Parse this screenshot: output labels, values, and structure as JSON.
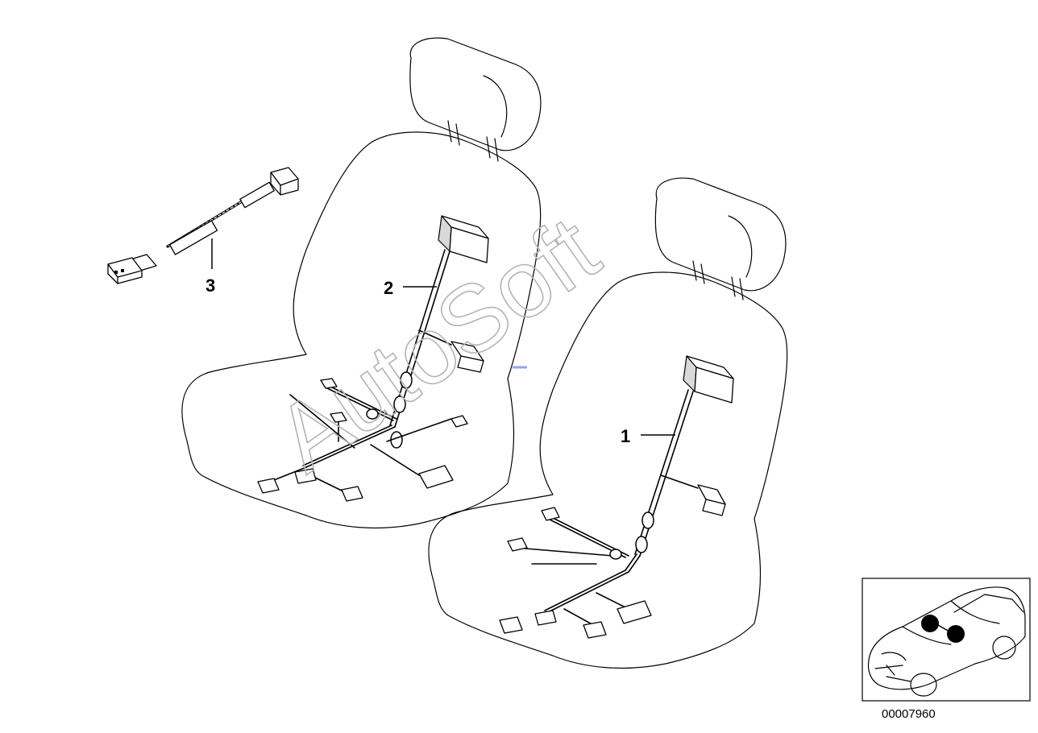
{
  "callouts": [
    {
      "label": "1"
    },
    {
      "label": "2"
    },
    {
      "label": "3"
    }
  ],
  "reference_id": "00007960",
  "watermark": "AutoSoft",
  "inset": {
    "markers": 2,
    "marker_color": "#000000"
  }
}
